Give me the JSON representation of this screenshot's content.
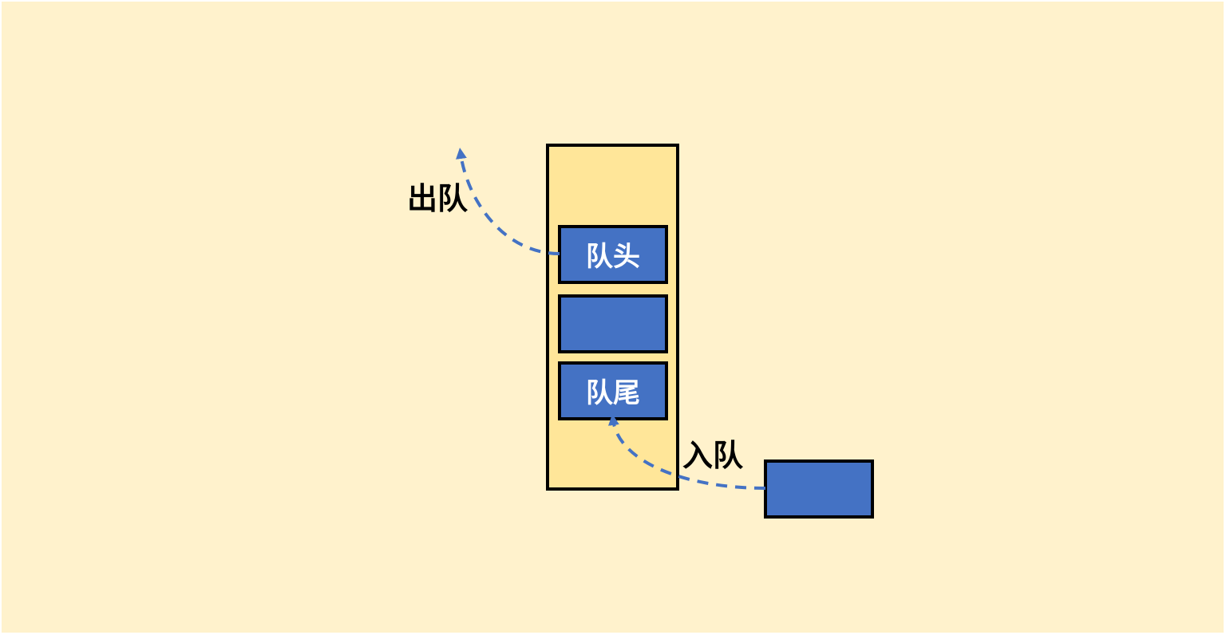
{
  "diagram": {
    "background_color": "#FFF2CC",
    "container_color": "#FFE699",
    "cell_color": "#4472C4",
    "arrow_color": "#4472C4",
    "border_color": "#000000",
    "label_text_color": "#000000",
    "cell_text_color": "#FFFFFF"
  },
  "labels": {
    "dequeue": "出队",
    "enqueue": "入队"
  },
  "queue": {
    "cells": [
      {
        "text": "队头"
      },
      {
        "text": ""
      },
      {
        "text": "队尾"
      }
    ]
  },
  "incoming": {
    "text": ""
  }
}
